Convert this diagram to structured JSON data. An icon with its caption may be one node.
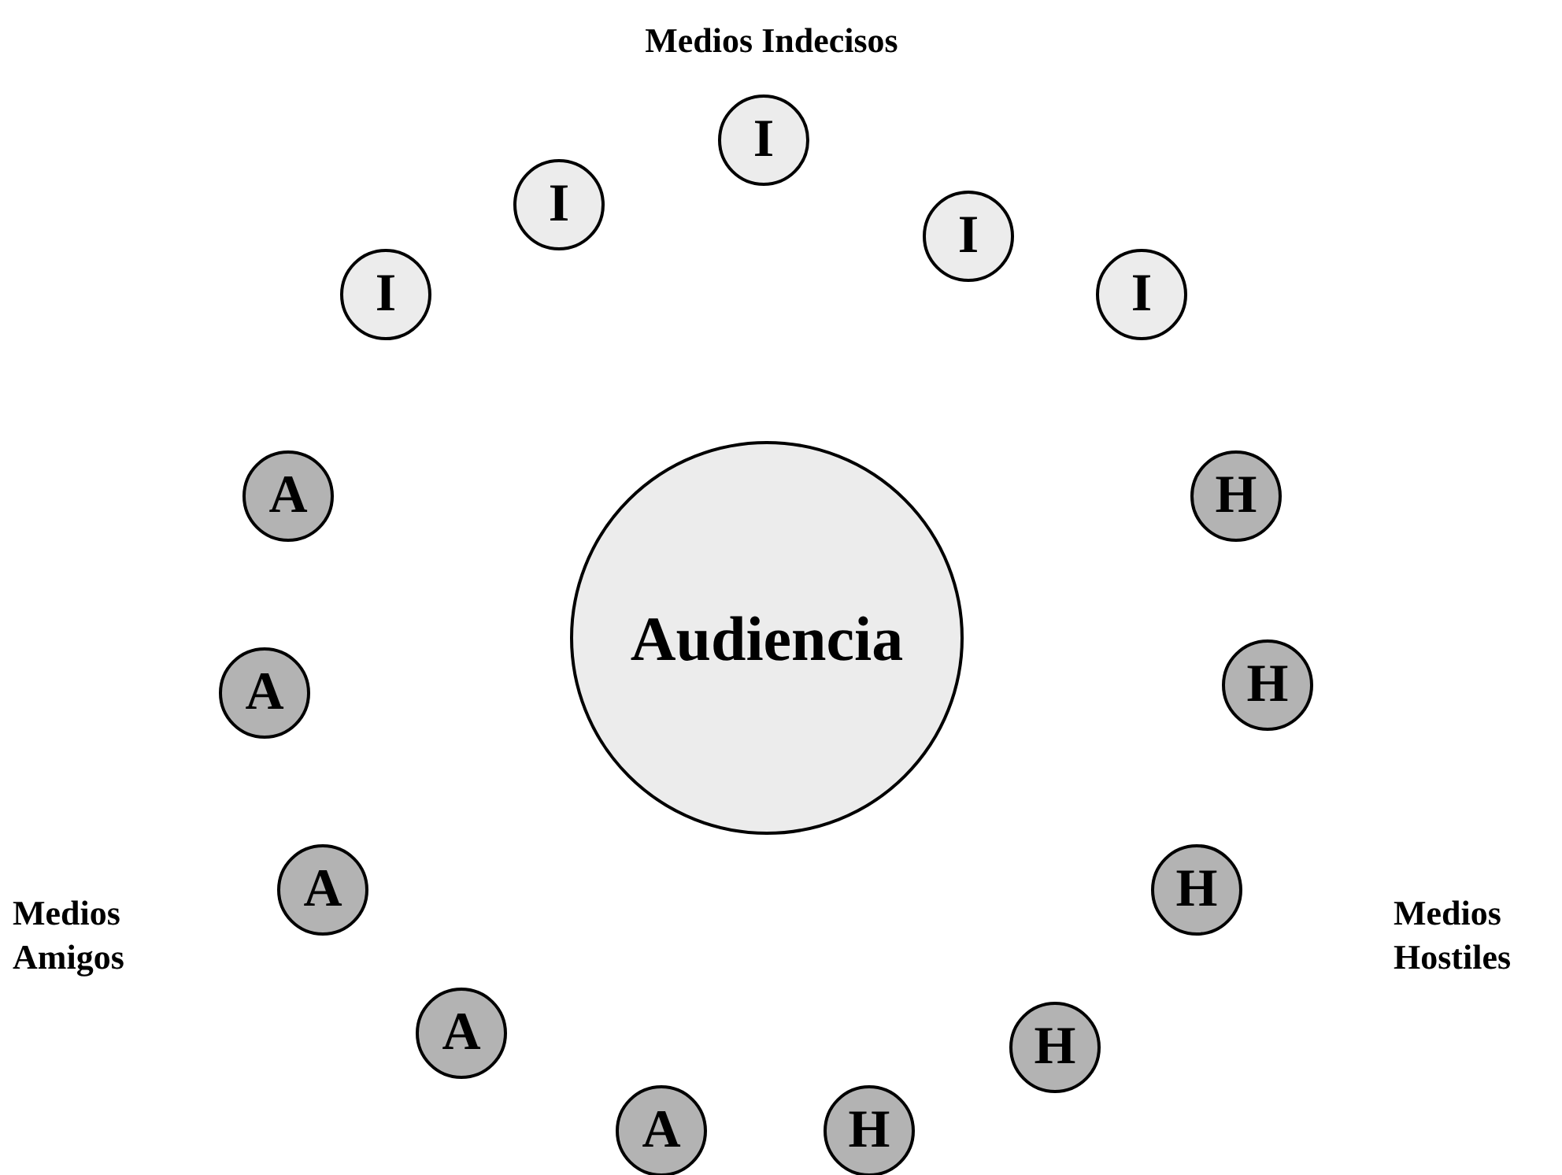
{
  "diagram": {
    "nodes": [
      {
        "text": [
          "I"
        ]
      },
      {
        "text": [
          "I"
        ]
      },
      {
        "text": [
          "I"
        ]
      },
      {
        "text": [
          "I"
        ]
      },
      {
        "text": [
          "I"
        ]
      },
      {
        "text": [
          "A"
        ]
      },
      {
        "text": [
          "H"
        ]
      },
      {
        "text": [
          "Audiencia"
        ]
      },
      {
        "text": [
          "H"
        ]
      },
      {
        "text": [
          "A"
        ]
      },
      {
        "text": [
          "A"
        ]
      },
      {
        "text": [
          "H"
        ]
      },
      {
        "text": [
          "A"
        ]
      },
      {
        "text": [
          "H"
        ]
      },
      {
        "text": [
          "A"
        ]
      },
      {
        "text": [
          "H"
        ]
      }
    ],
    "edges": [],
    "labels": [
      "Medios Indecisos",
      "Medios Amigos",
      "Medios Hostiles"
    ]
  }
}
